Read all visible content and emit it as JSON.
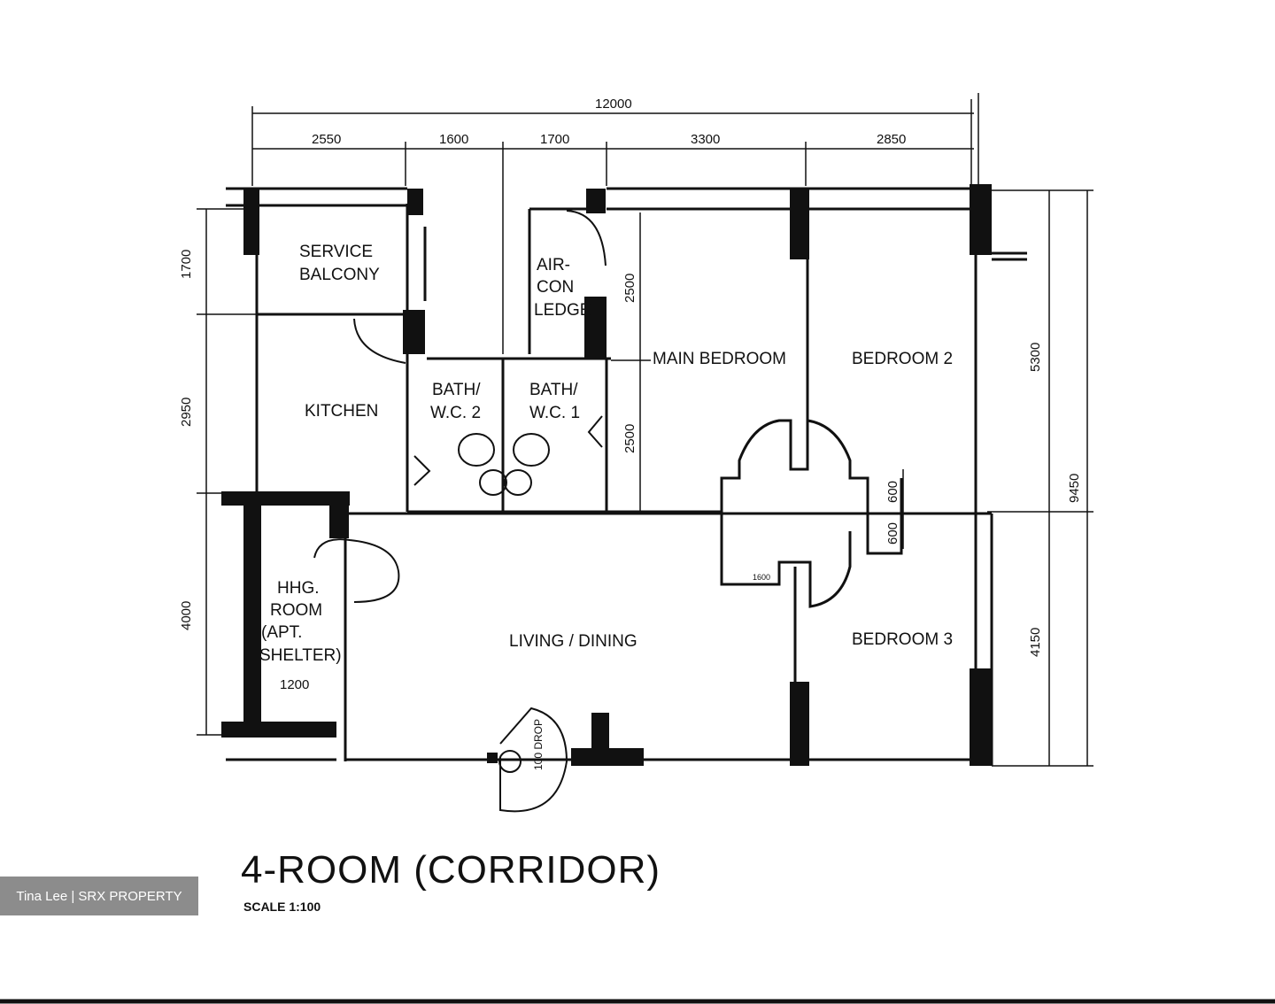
{
  "plan": {
    "title": "4-ROOM (CORRIDOR)",
    "scale": "SCALE 1:100",
    "watermark": "Tina Lee | SRX PROPERTY",
    "rooms": {
      "service_balcony_1": "SERVICE",
      "service_balcony_2": "BALCONY",
      "kitchen": "KITCHEN",
      "aircon_1": "AIR-",
      "aircon_2": "CON",
      "aircon_3": "LEDGE",
      "bath2_1": "BATH/",
      "bath2_2": "W.C. 2",
      "bath1_1": "BATH/",
      "bath1_2": "W.C. 1",
      "main_bedroom": "MAIN BEDROOM",
      "bedroom2": "BEDROOM 2",
      "bedroom3": "BEDROOM 3",
      "living_dining": "LIVING / DINING",
      "shelter_1": "HHG.",
      "shelter_2": "ROOM",
      "shelter_3": "(APT.",
      "shelter_4": "SHELTER)",
      "shelter_width": "1200"
    },
    "dimensions": {
      "total_width": "12000",
      "seg1": "2550",
      "seg2": "1600",
      "seg3": "1700",
      "seg4": "3300",
      "seg5": "2850",
      "left1": "1700",
      "left2": "2950",
      "left3": "4000",
      "right1": "5300",
      "right2": "4150",
      "total_height": "9450",
      "main_bed_upper": "2500",
      "main_bed_lower": "2500",
      "small1": "600",
      "small2": "600",
      "wall_note": "1600",
      "drop": "100 DROP"
    }
  }
}
